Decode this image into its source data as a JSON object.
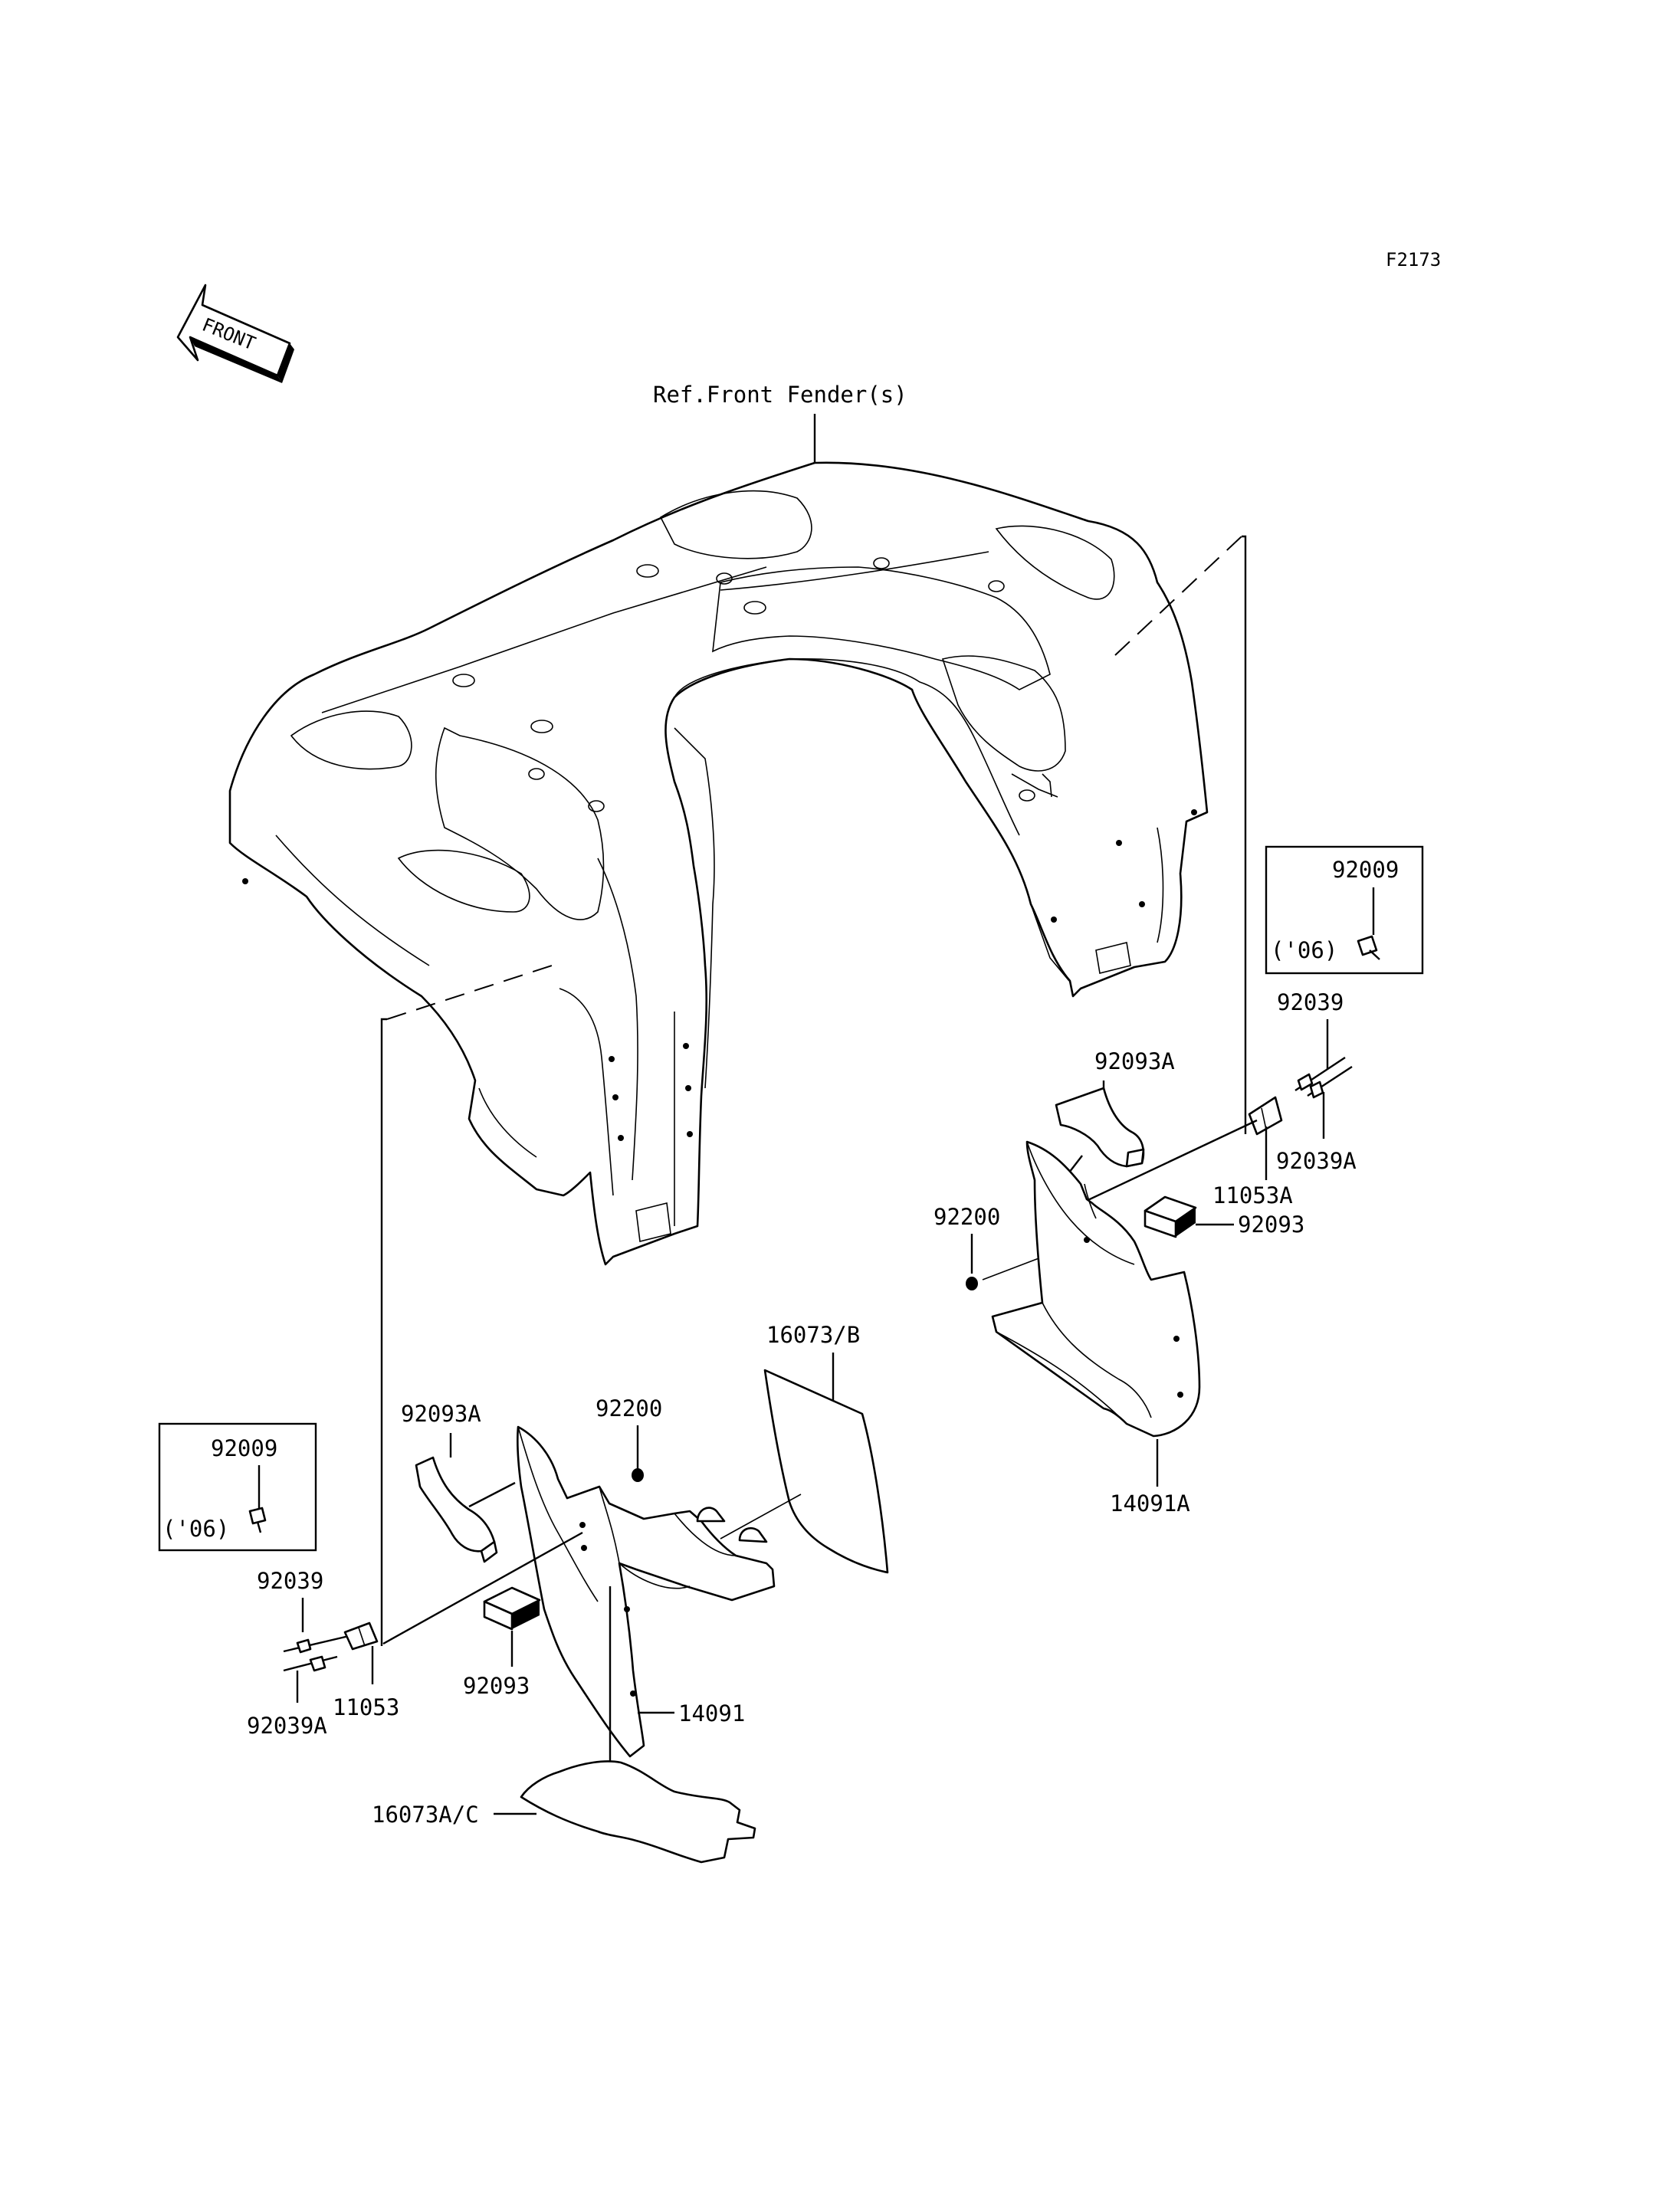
{
  "figure_id": "F2173",
  "front_arrow": {
    "text": "FRONT",
    "icon": "front-direction-arrow-icon"
  },
  "reference_label": "Ref.Front Fender(s)",
  "parts": {
    "p14091": "14091",
    "p14091A": "14091A",
    "p16073A_C": "16073A/C",
    "p16073_B": "16073/B",
    "p92093A_left": "92093A",
    "p92093A_right": "92093A",
    "p92093_left": "92093",
    "p92093_right": "92093",
    "p92200_left": "92200",
    "p92200_right": "92200",
    "p92039_left": "92039",
    "p92039_right": "92039",
    "p92039A_left": "92039A",
    "p92039A_right": "92039A",
    "p11053": "11053",
    "p11053A": "11053A"
  },
  "insets": {
    "left": {
      "part": "92009",
      "note": "('06)"
    },
    "right": {
      "part": "92009",
      "note": "('06)"
    }
  }
}
